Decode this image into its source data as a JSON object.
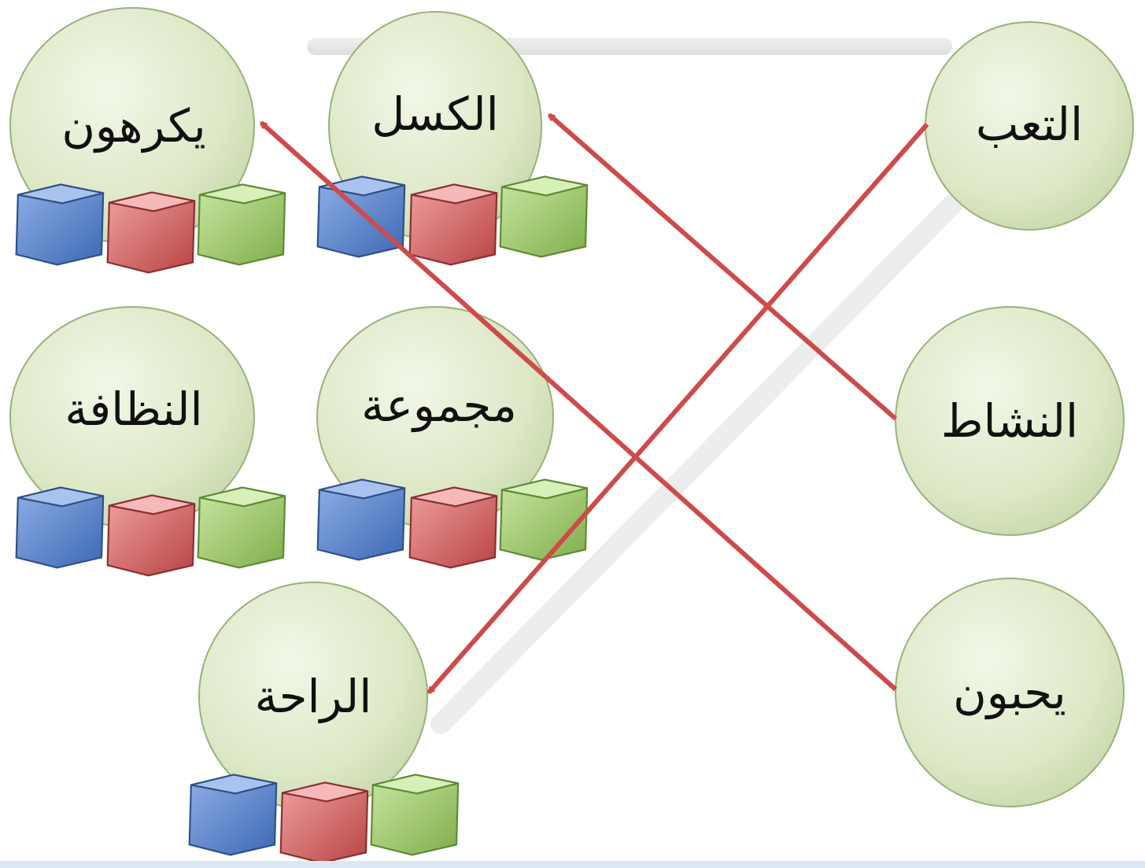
{
  "diagram": {
    "right_nodes": [
      {
        "id": "r1",
        "label": "التعب"
      },
      {
        "id": "r2",
        "label": "النشاط"
      },
      {
        "id": "r3",
        "label": "يحبون"
      }
    ],
    "left_nodes": [
      {
        "id": "l1",
        "label": "يكرهون"
      },
      {
        "id": "l2",
        "label": "الكسل"
      },
      {
        "id": "l3",
        "label": "النظافة"
      },
      {
        "id": "l4",
        "label": "مجموعة"
      },
      {
        "id": "l5",
        "label": "الراحة"
      }
    ],
    "connections": [
      {
        "from": "r1",
        "to": "l5"
      },
      {
        "from": "r2",
        "to": "l2"
      },
      {
        "from": "r3",
        "to": "l1"
      }
    ],
    "colors": {
      "circle_fill": "#dfeac8",
      "circle_stroke": "#9bb07a",
      "arrow": "#cf4a4a",
      "cube_blue": "#4a78c0",
      "cube_red": "#c85a5a",
      "cube_green": "#8fbf5a"
    }
  }
}
